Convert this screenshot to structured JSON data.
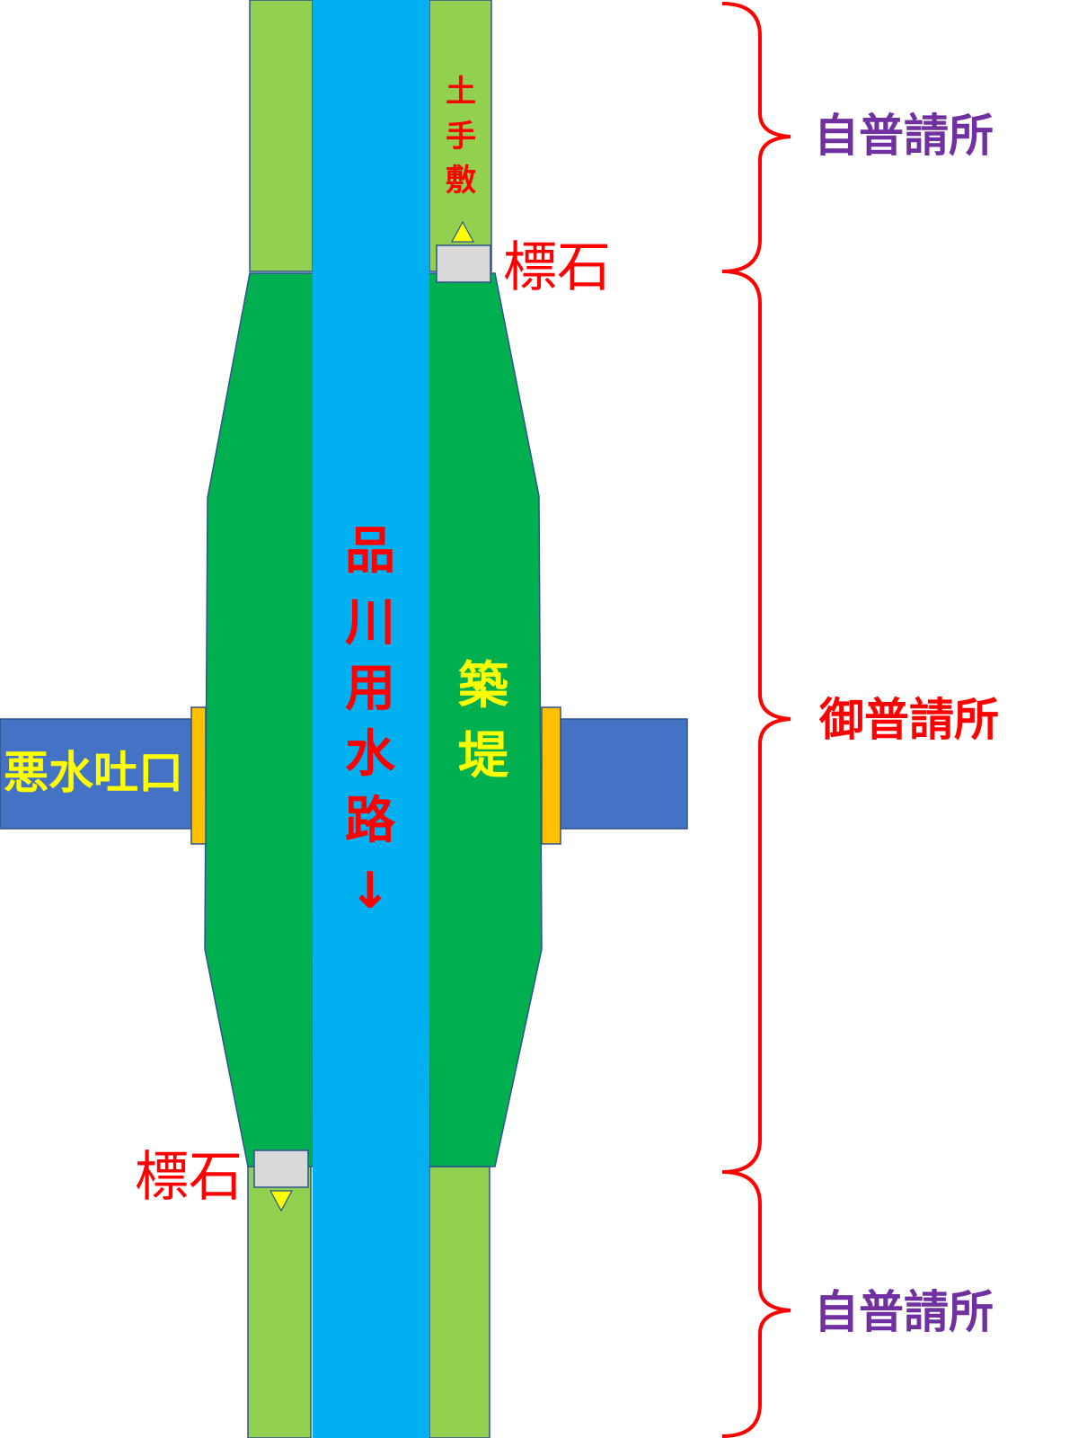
{
  "colors": {
    "light_green": "#92d050",
    "dark_green": "#00b050",
    "water_blue": "#00b0f0",
    "drain_blue": "#4472c4",
    "gate_orange": "#ffc000",
    "stone_gray": "#d9d9d9",
    "marker_yellow": "#ffff00",
    "outline": "#2f528f",
    "label_red": "#ff0000",
    "label_yellow": "#ffff00",
    "label_purple": "#7030a0"
  },
  "icons": {
    "flow_arrow": "down-arrow-icon",
    "boundary_marker": "triangle-marker-icon",
    "section_brace": "curly-brace-icon"
  },
  "labels": {
    "channel": [
      "品",
      "川",
      "用",
      "水",
      "路",
      "↓"
    ],
    "embankment": [
      "築",
      "堤"
    ],
    "bank_land": [
      "土",
      "手",
      "敷"
    ],
    "drain_outlet": "悪水吐口",
    "boundary_stone_top": "標石",
    "boundary_stone_bottom": "標石"
  },
  "sections": {
    "top": "自普請所",
    "middle": "御普請所",
    "bottom": "自普請所"
  }
}
